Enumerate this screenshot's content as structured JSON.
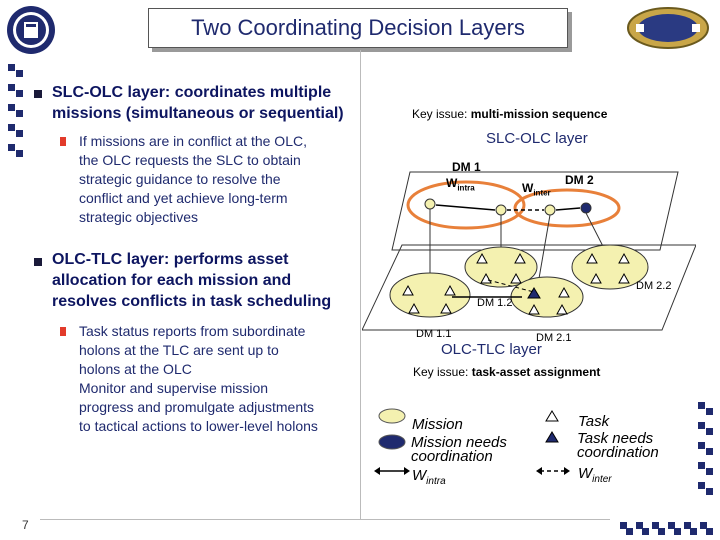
{
  "title": "Two Coordinating Decision Layers",
  "left": {
    "bullet1": {
      "lead": "SLC-OLC layer",
      "rest": ": coordinates multiple missions (simultaneous or sequential)",
      "line1": "SLC-OLC layer: coordinates multiple",
      "line2": "missions (simultaneous or sequential)",
      "sub": [
        "If missions are in conflict at the OLC,",
        "the OLC requests the SLC to obtain",
        "strategic guidance to resolve the",
        "conflict and yet achieve long-term",
        "strategic objectives"
      ]
    },
    "bullet2": {
      "line1": "OLC-TLC layer: performs asset",
      "line2": "allocation for each mission and",
      "line3": "resolves conflicts in task scheduling",
      "sub1": [
        "Task status reports from subordinate",
        "holons at the TLC are sent up to",
        "holons at the OLC"
      ],
      "sub2": [
        "Monitor and supervise mission",
        "progress and promulgate adjustments",
        "to tactical actions to lower-level holons"
      ]
    }
  },
  "right": {
    "key_issue_top_label": "Key issue:",
    "key_issue_top_value": "multi-mission sequence",
    "slc_olc_label": "SLC-OLC layer",
    "dm1": "DM 1",
    "dm2": "DM 2",
    "w_intra_main": "W",
    "w_intra_sub": "intra",
    "w_inter_main": "W",
    "w_inter_sub": "inter",
    "dm22": "DM 2.2",
    "dm12": "DM 1.2",
    "dm11": "DM 1.1",
    "dm21": "DM 2.1",
    "olc_tlc_label": "OLC-TLC layer",
    "key_issue_bottom_label": "Key issue:",
    "key_issue_bottom_value": "task-asset assignment"
  },
  "legend": {
    "mission": "Mission",
    "mission_needs1": "Mission needs",
    "mission_needs2": "coordination",
    "w_intra_main": "W",
    "w_intra_sub": "intra",
    "task": "Task",
    "task_needs1": "Task needs",
    "task_needs2": "coordination",
    "w_inter_main": "W",
    "w_inter_sub": "inter"
  },
  "page_number": "7",
  "colors": {
    "title_text": "#1f2a6e",
    "bullet_text": "#0d1560",
    "sub_bullet": "#e23b2b",
    "mission_fill": "#f4f1b0",
    "mission_needs_fill": "#1f2a6e",
    "orange_ring": "#e8803a"
  }
}
